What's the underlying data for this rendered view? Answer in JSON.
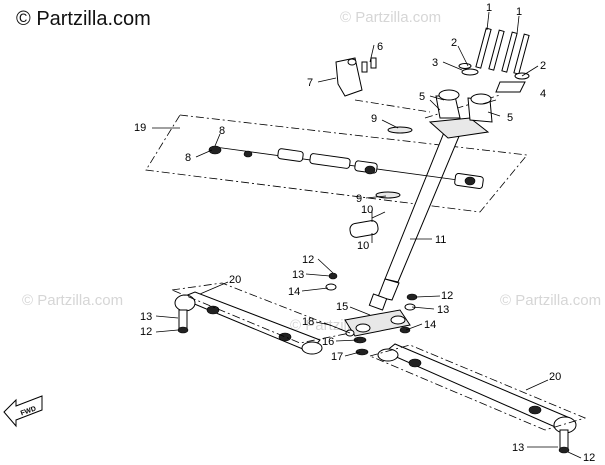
{
  "brand": {
    "copyright_symbol": "©",
    "name": "Partzilla.com"
  },
  "watermark": "© Partzilla.com",
  "fwd_label": "FWD",
  "callouts": [
    {
      "id": "c1a",
      "text": "1"
    },
    {
      "id": "c1b",
      "text": "1"
    },
    {
      "id": "c2a",
      "text": "2"
    },
    {
      "id": "c2b",
      "text": "2"
    },
    {
      "id": "c3",
      "text": "3"
    },
    {
      "id": "c4",
      "text": "4"
    },
    {
      "id": "c5a",
      "text": "5"
    },
    {
      "id": "c5b",
      "text": "5"
    },
    {
      "id": "c6",
      "text": "6"
    },
    {
      "id": "c7",
      "text": "7"
    },
    {
      "id": "c8a",
      "text": "8"
    },
    {
      "id": "c8b",
      "text": "8"
    },
    {
      "id": "c9a",
      "text": "9"
    },
    {
      "id": "c9b",
      "text": "9"
    },
    {
      "id": "c10a",
      "text": "10"
    },
    {
      "id": "c10b",
      "text": "10"
    },
    {
      "id": "c11",
      "text": "11"
    },
    {
      "id": "c12a",
      "text": "12"
    },
    {
      "id": "c12b",
      "text": "12"
    },
    {
      "id": "c12c",
      "text": "12"
    },
    {
      "id": "c12d",
      "text": "12"
    },
    {
      "id": "c13a",
      "text": "13"
    },
    {
      "id": "c13b",
      "text": "13"
    },
    {
      "id": "c13c",
      "text": "13"
    },
    {
      "id": "c13d",
      "text": "13"
    },
    {
      "id": "c14a",
      "text": "14"
    },
    {
      "id": "c14b",
      "text": "14"
    },
    {
      "id": "c15",
      "text": "15"
    },
    {
      "id": "c16",
      "text": "16"
    },
    {
      "id": "c17",
      "text": "17"
    },
    {
      "id": "c18",
      "text": "18"
    },
    {
      "id": "c19",
      "text": "19"
    },
    {
      "id": "c20a",
      "text": "20"
    },
    {
      "id": "c20b",
      "text": "20"
    }
  ]
}
